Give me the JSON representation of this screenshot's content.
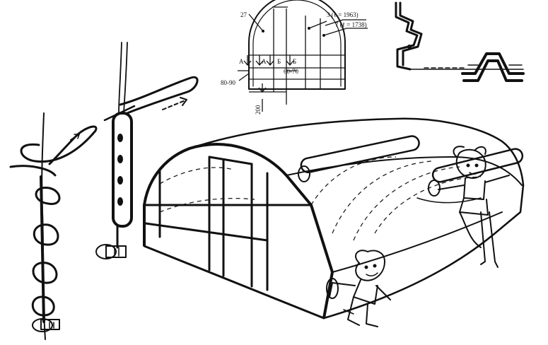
{
  "section": {
    "labels": {
      "part27": "27",
      "part3": "3 (ℓ = 1963)",
      "part7": "7 (ℓ = 1738)",
      "a_left": "A",
      "a_right": "A",
      "b_left": "Б",
      "b_right": "Б",
      "dim_80_90": "80-90",
      "dim_60_70": "60-70",
      "dim_200": "200"
    }
  },
  "icons": {
    "lacing_detail_left": "rope-lacing-icon",
    "lacing_detail_right": "rope-chain-tie-icon",
    "profile_clamp": "profile-clamp-icon",
    "greenhouse": "arched-greenhouse-icon",
    "girl": "girl-cartoon-icon",
    "boy": "boy-cartoon-icon"
  }
}
